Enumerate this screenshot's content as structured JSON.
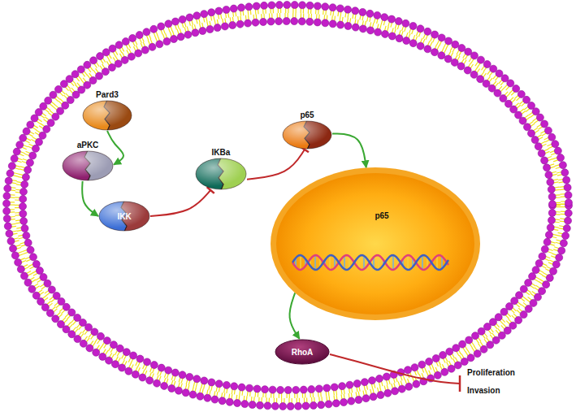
{
  "diagram": {
    "nodes": [
      {
        "text": [
          "Pard3"
        ]
      },
      {
        "text": [
          "aPKC"
        ]
      },
      {
        "text": [
          "IKK"
        ]
      },
      {
        "text": [
          "IKBa"
        ]
      },
      {
        "text": [
          "p65"
        ]
      },
      {
        "text": [
          "p65"
        ]
      },
      {
        "text": [
          "RhoA"
        ]
      }
    ],
    "edges": [
      {
        "from": 0,
        "to": 1,
        "arrow": "to"
      },
      {
        "from": 1,
        "to": 2,
        "arrow": "to"
      },
      {
        "from": 2,
        "to": 3,
        "arrow": "to"
      },
      {
        "from": 3,
        "to": 4,
        "arrow": "to"
      },
      {
        "from": 4,
        "to": 5,
        "arrow": "to"
      },
      {
        "from": 5,
        "to": 6,
        "arrow": "to"
      }
    ],
    "labels": [
      "Proliferation",
      "Invasion"
    ]
  }
}
